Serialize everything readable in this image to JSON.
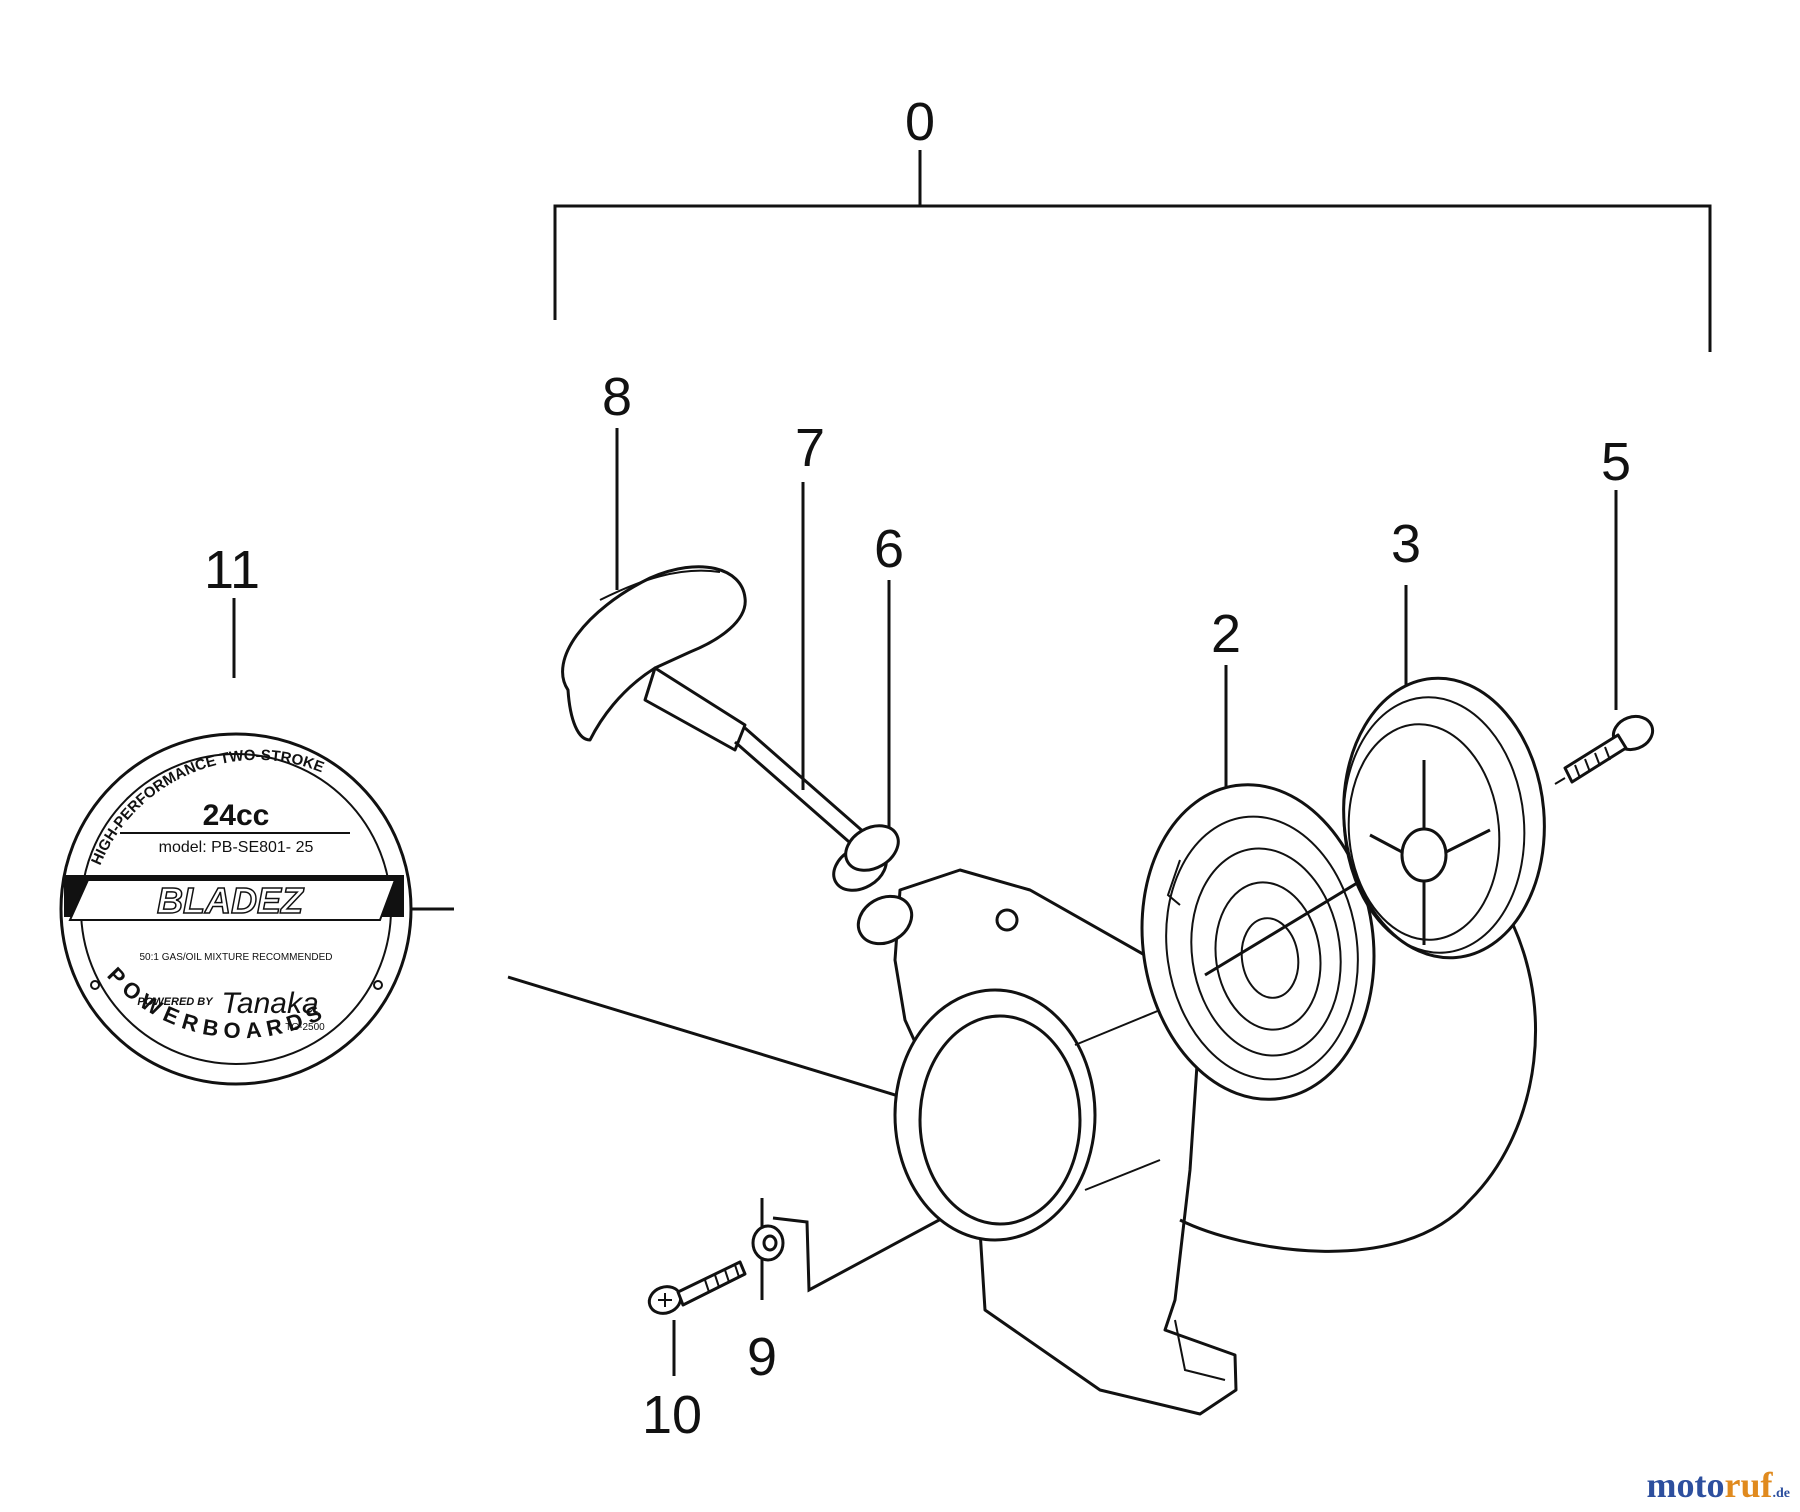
{
  "callouts": {
    "c0": "0",
    "c2": "2",
    "c3": "3",
    "c5": "5",
    "c6": "6",
    "c7": "7",
    "c8": "8",
    "c9": "9",
    "c10": "10",
    "c11": "11"
  },
  "decal": {
    "arc_top": "HIGH-PERFORMANCE TWO-STROKE",
    "displacement": "24cc",
    "model": "model: PB-SE801- 25",
    "logo_text": "BLADEZ",
    "mixture": "50:1 GAS/OIL MIXTURE RECOMMENDED",
    "powered_by": "POWERED BY",
    "brand": "Tanaka",
    "brand_model": "TG-2500",
    "arc_bottom": "POWERBOARDS"
  },
  "watermark": {
    "part1": "moto",
    "part2": "ruf",
    "suffix": ".de"
  },
  "colors": {
    "line": "#111111",
    "watermark_blue": "#2d4f9e",
    "watermark_orange": "#e08a1e"
  }
}
